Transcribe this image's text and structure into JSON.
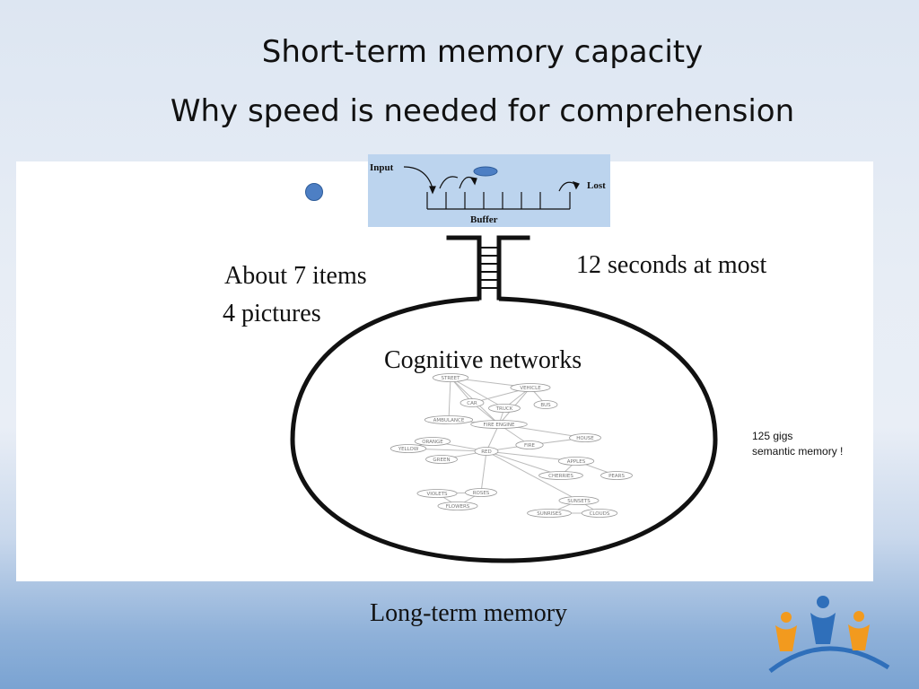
{
  "title": "Short-term memory capacity",
  "subtitle": "Why speed is needed for comprehension",
  "buffer_diagram": {
    "input_label": "Input",
    "lost_label": "Lost",
    "buffer_label": "Buffer"
  },
  "labels": {
    "items_line1": "About 7 items",
    "items_line2": "4 pictures",
    "duration": "12 seconds at most",
    "cognitive": "Cognitive networks",
    "gigs_line1": "125 gigs",
    "gigs_line2": "semantic memory !",
    "long_term": "Long-term memory"
  },
  "network_nodes": [
    "STREET",
    "VEHICLE",
    "CAR",
    "BUS",
    "TRUCK",
    "AMBULANCE",
    "FIRE ENGINE",
    "HOUSE",
    "ORANGE",
    "YELLOW",
    "RED",
    "FIRE",
    "GREEN",
    "APPLES",
    "CHERRIES",
    "PEARS",
    "VIOLETS",
    "ROSES",
    "FLOWERS",
    "SUNSETS",
    "SUNRISES",
    "CLOUDS"
  ],
  "colors": {
    "dot": "#4d7fc4",
    "buffer_bg": "#bcd4ee",
    "logo_blue": "#2f6fba",
    "logo_orange": "#f29a1e"
  }
}
